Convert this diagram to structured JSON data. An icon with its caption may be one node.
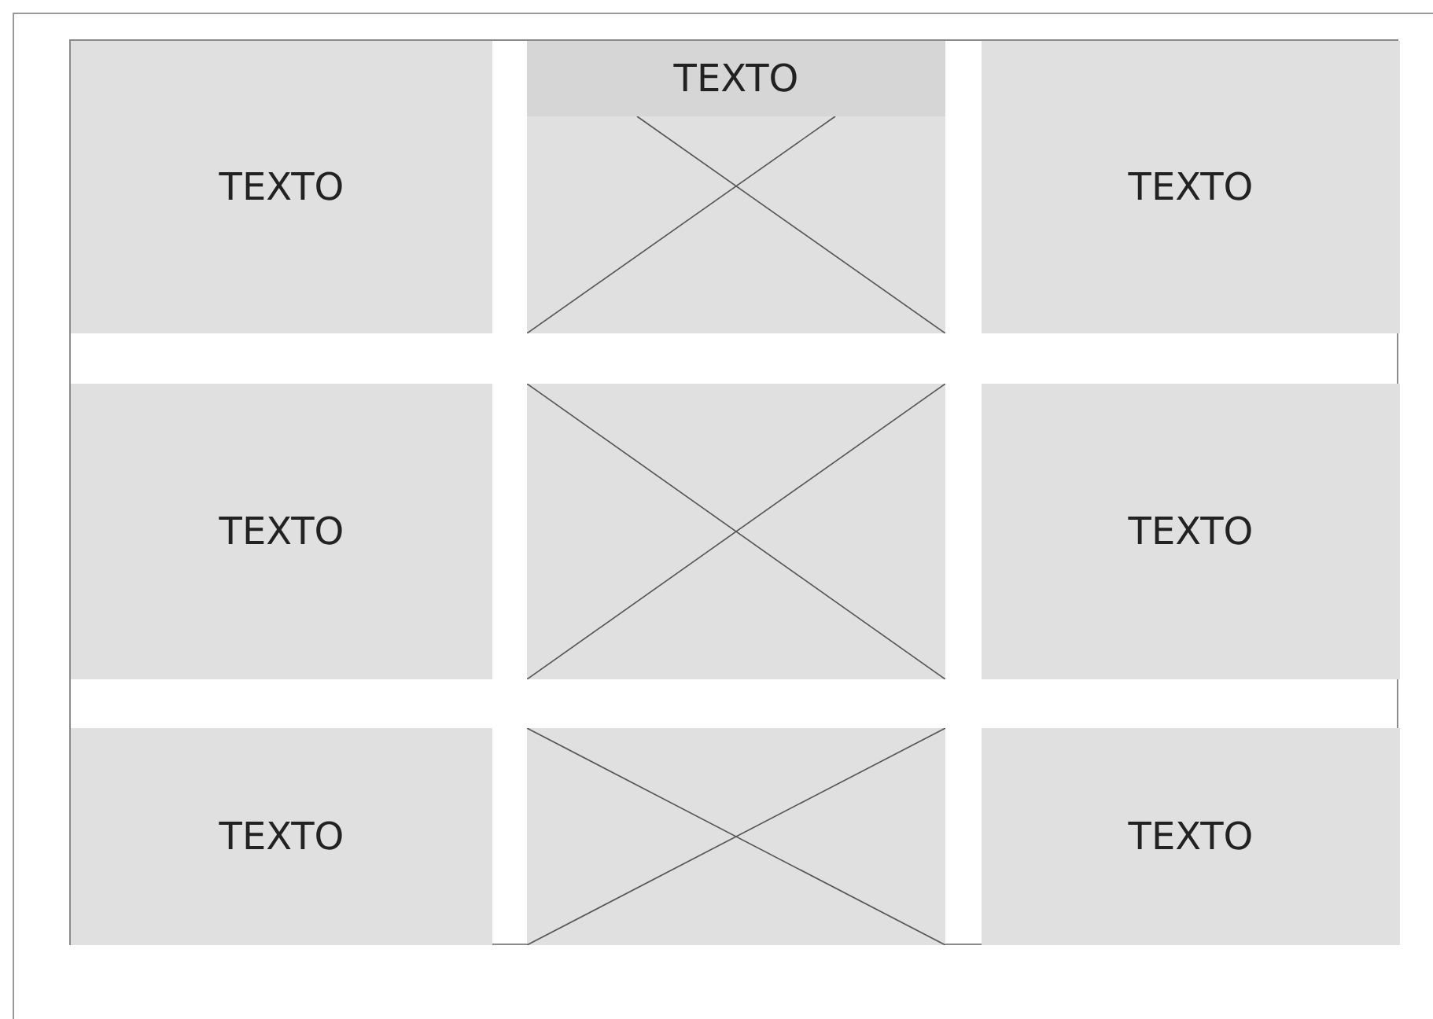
{
  "diagram": {
    "nodes": [
      {
        "text": [],
        "shape": "box"
      },
      {
        "text": [
          "TEXTO"
        ],
        "in": 0
      },
      {
        "text": [],
        "shape": "box",
        "in": 0
      },
      {
        "text": [
          "TEXTO"
        ],
        "in": 2
      },
      {
        "text": [
          "TEXTO"
        ],
        "in": 0
      },
      {
        "text": [
          "TEXTO"
        ],
        "in": 0
      },
      {
        "text": [],
        "shape": "box",
        "in": 0
      },
      {
        "text": [
          "TEXTO"
        ],
        "in": 0
      },
      {
        "text": [
          "TEXTO"
        ],
        "in": 0
      },
      {
        "text": [],
        "shape": "box",
        "in": 0
      },
      {
        "text": [
          "TEXTO"
        ],
        "in": 0
      }
    ]
  }
}
